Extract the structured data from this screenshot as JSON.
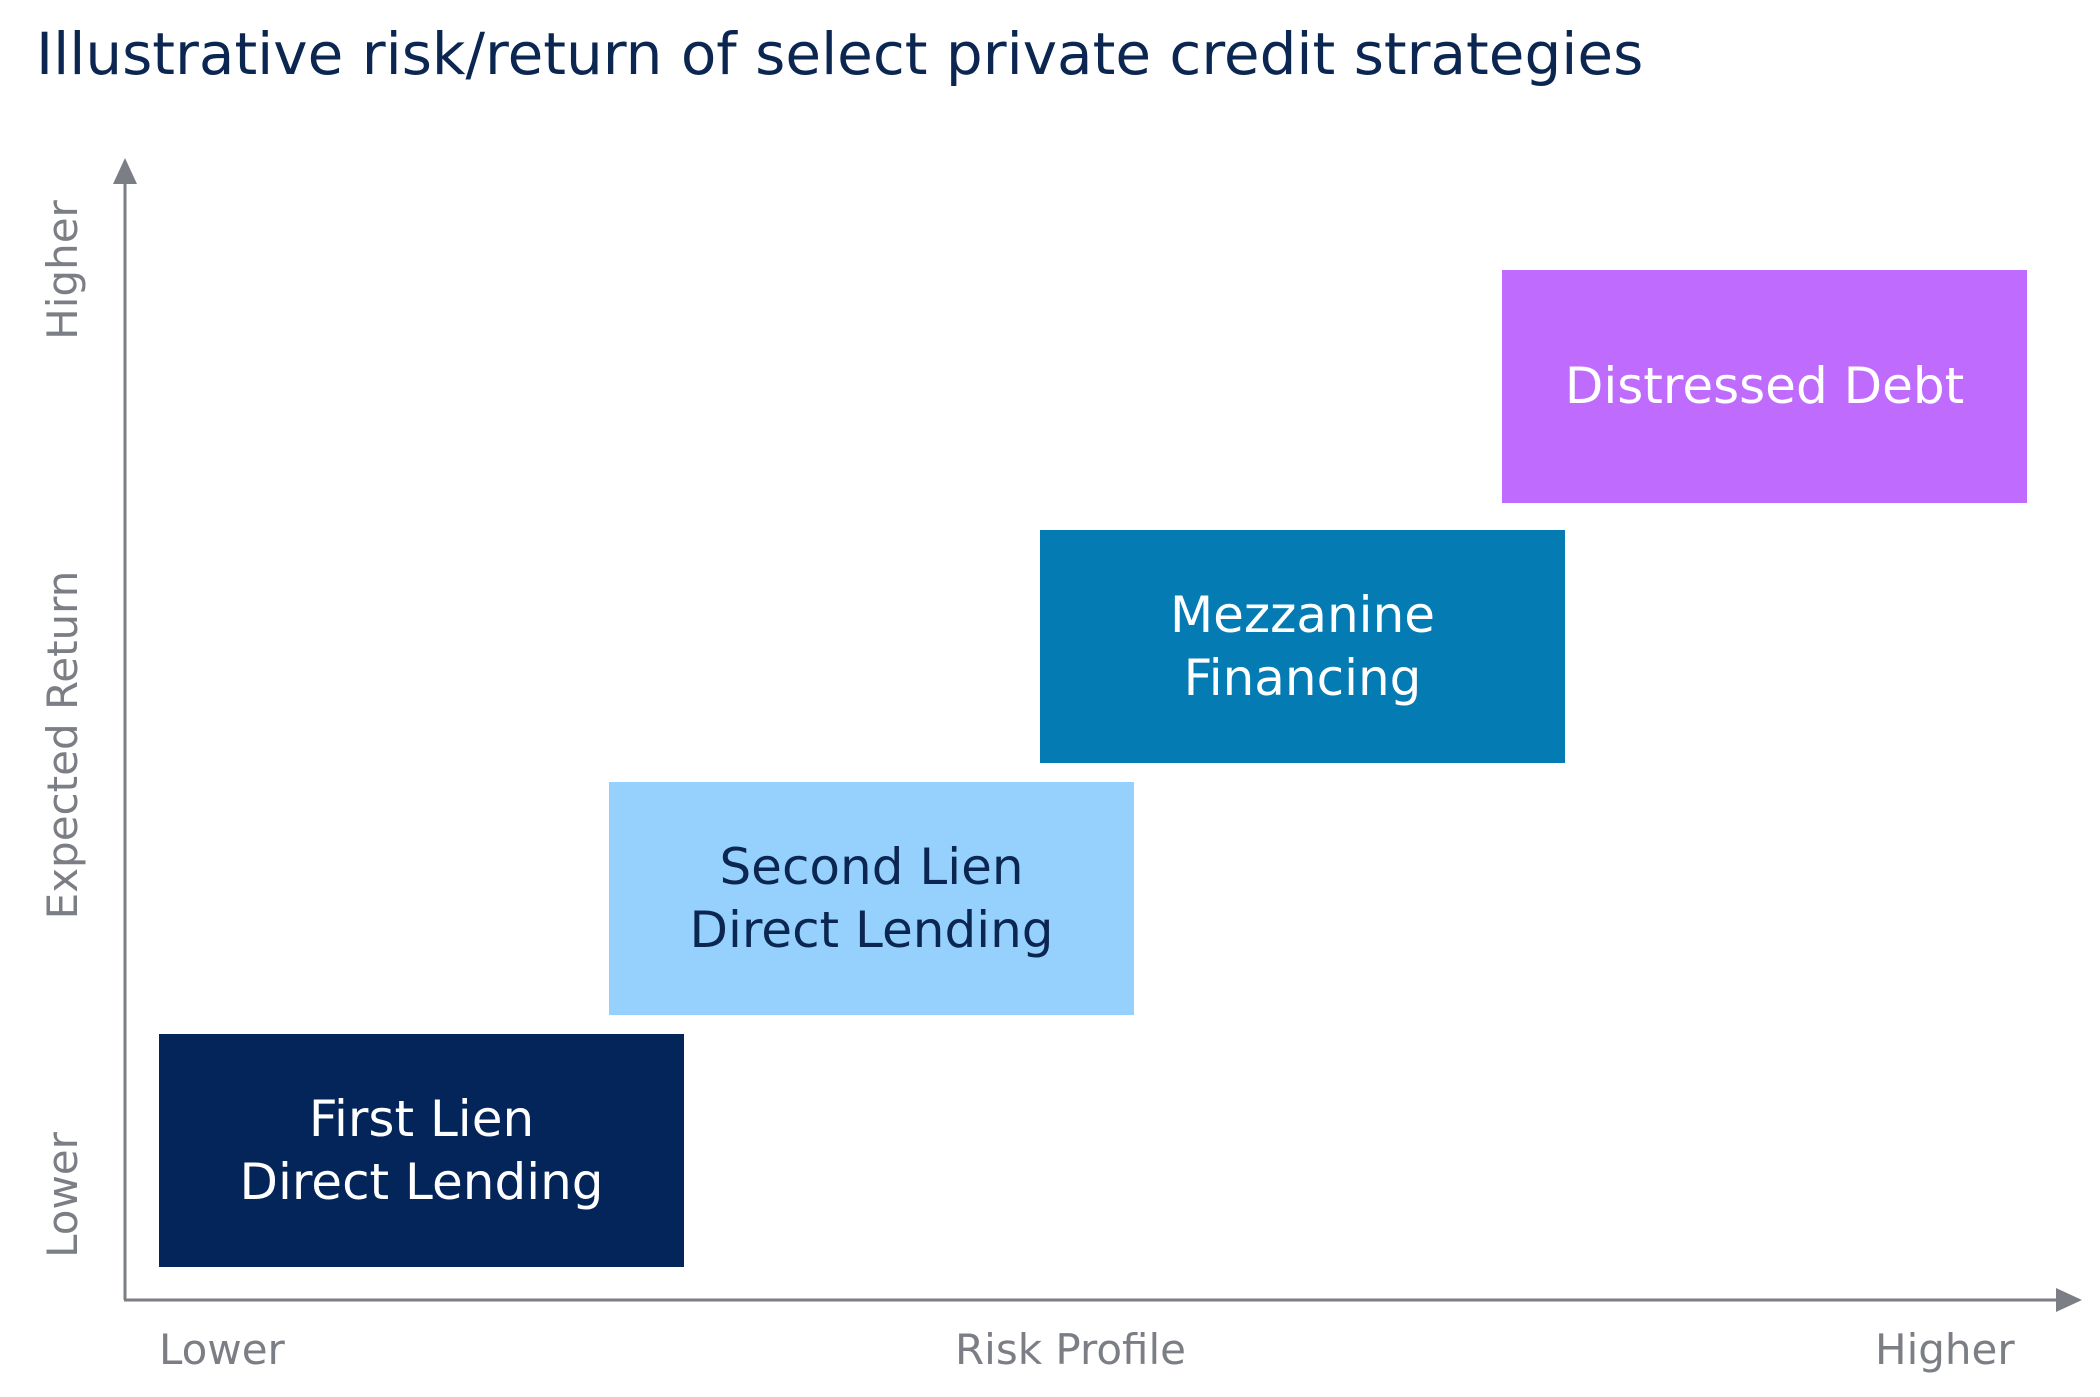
{
  "title": "Illustrative risk/return of select private credit strategies",
  "x_axis": {
    "low_label": "Lower",
    "title": "Risk Profile",
    "high_label": "Higher"
  },
  "y_axis": {
    "low_label": "Lower",
    "title": "Expected Return",
    "high_label": "Higher"
  },
  "strategies": [
    {
      "line1": "First Lien",
      "line2": "Direct Lending",
      "color": "#03255a",
      "text_color": "#ffffff"
    },
    {
      "line1": "Second Lien",
      "line2": "Direct Lending",
      "color": "#96d1fe",
      "text_color": "#0b2650"
    },
    {
      "line1": "Mezzanine",
      "line2": "Financing",
      "color": "#047bb3",
      "text_color": "#ffffff"
    },
    {
      "line1": "Distressed Debt",
      "line2": "",
      "color": "#bf6bfe",
      "text_color": "#ffffff"
    }
  ],
  "axis_color": "#7b7e84"
}
